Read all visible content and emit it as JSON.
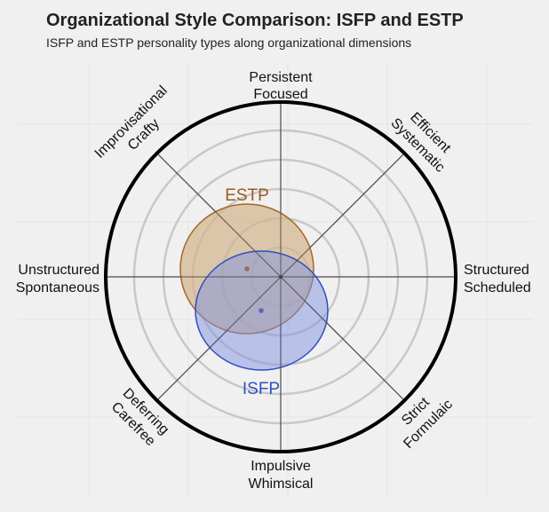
{
  "header": {
    "title": "Organizational Style Comparison: ISFP and ESTP",
    "subtitle": "ISFP and ESTP personality types along organizational dimensions"
  },
  "axes": {
    "top": [
      "Persistent",
      "Focused"
    ],
    "top_right": [
      "Efficient",
      "Systematic"
    ],
    "right": [
      "Structured",
      "Scheduled"
    ],
    "bottom_right": [
      "Strict",
      "Formulaic"
    ],
    "bottom": [
      "Impulsive",
      "Whimsical"
    ],
    "bottom_left": [
      "Deferring",
      "Carefree"
    ],
    "left": [
      "Unstructured",
      "Spontaneous"
    ],
    "top_left": [
      "Improvisational",
      "Crafty"
    ]
  },
  "series": {
    "estp": {
      "label": "ESTP",
      "color": "#9a5a1e",
      "fill": "#d2b48c"
    },
    "isfp": {
      "label": "ISFP",
      "color": "#2f4fbf",
      "fill": "#8597e0"
    }
  },
  "chart_data": {
    "type": "scatter",
    "title": "Organizational Style Comparison: ISFP and ESTP",
    "subtitle": "ISFP and ESTP personality types along organizational dimensions",
    "xlabel": "Unstructured/Spontaneous (-) to Structured/Scheduled (+)",
    "ylabel": "Impulsive/Whimsical (-) to Persistent/Focused (+)",
    "axis_labels": [
      "Persistent / Focused",
      "Efficient / Systematic",
      "Structured / Scheduled",
      "Strict / Formulaic",
      "Impulsive / Whimsical",
      "Deferring / Carefree",
      "Unstructured / Spontaneous",
      "Improvisational / Crafty"
    ],
    "rings": 6,
    "range": [
      -6,
      6
    ],
    "series": [
      {
        "name": "ESTP",
        "x": -1.2,
        "y": 0.3,
        "spread_radius": 2.3,
        "color": "#9a5a1e"
      },
      {
        "name": "ISFP",
        "x": -0.7,
        "y": -1.2,
        "spread_radius": 2.2,
        "color": "#2f4fbf"
      }
    ],
    "grid": true,
    "legend": "inline labels"
  }
}
